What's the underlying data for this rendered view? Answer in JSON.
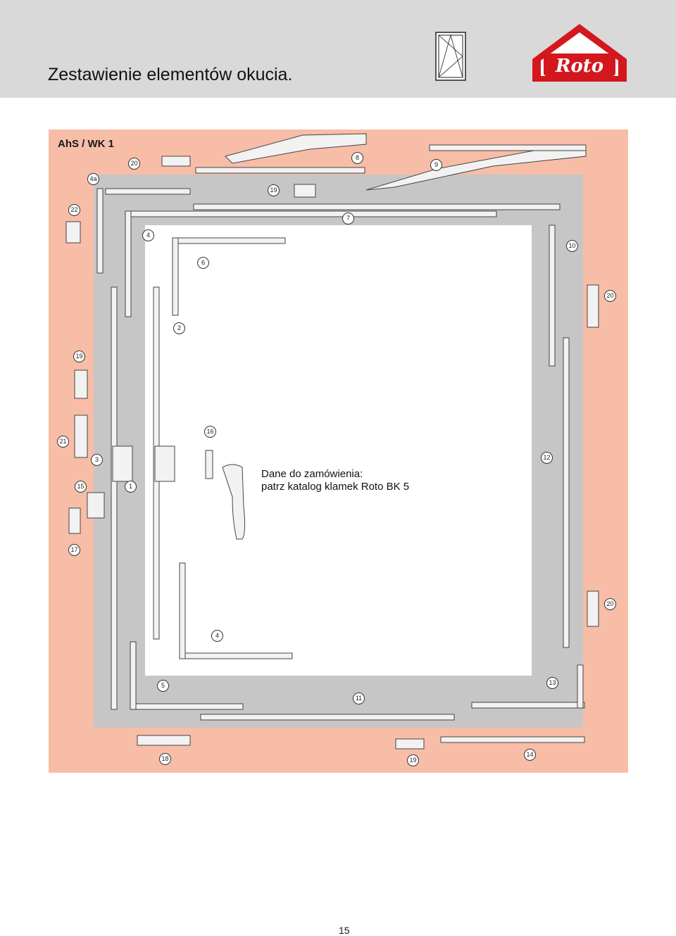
{
  "header": {
    "title": "Zestawienie elementów okucia.",
    "logo_text": "Roto",
    "window_icon": "tilt-turn-window-icon",
    "background_color": "#d9d9d9",
    "logo_color": "#d4171d"
  },
  "panel": {
    "label": "AhS / WK 1",
    "background_color": "#f7bda7",
    "frame_color": "#c6c6c6",
    "note_line1": "Dane do zamówienia:",
    "note_line2": "patrz katalog klamek Roto BK 5"
  },
  "callouts": [
    {
      "id": "c20a",
      "text": "20"
    },
    {
      "id": "c8",
      "text": "8"
    },
    {
      "id": "c9",
      "text": "9"
    },
    {
      "id": "c4a",
      "text": "4a"
    },
    {
      "id": "c19a",
      "text": "19"
    },
    {
      "id": "c22",
      "text": "22"
    },
    {
      "id": "c7",
      "text": "7"
    },
    {
      "id": "c4b",
      "text": "4"
    },
    {
      "id": "c10",
      "text": "10"
    },
    {
      "id": "c6",
      "text": "6"
    },
    {
      "id": "c20b",
      "text": "20"
    },
    {
      "id": "c2",
      "text": "2"
    },
    {
      "id": "c19b",
      "text": "19"
    },
    {
      "id": "c16",
      "text": "16"
    },
    {
      "id": "c21",
      "text": "21"
    },
    {
      "id": "c3",
      "text": "3"
    },
    {
      "id": "c12",
      "text": "12"
    },
    {
      "id": "c15",
      "text": "15"
    },
    {
      "id": "c1",
      "text": "1"
    },
    {
      "id": "c17",
      "text": "17"
    },
    {
      "id": "c20c",
      "text": "20"
    },
    {
      "id": "c4c",
      "text": "4"
    },
    {
      "id": "c5",
      "text": "5"
    },
    {
      "id": "c13",
      "text": "13"
    },
    {
      "id": "c11",
      "text": "11"
    },
    {
      "id": "c18",
      "text": "18"
    },
    {
      "id": "c19c",
      "text": "19"
    },
    {
      "id": "c14",
      "text": "14"
    }
  ],
  "page_number": "15"
}
